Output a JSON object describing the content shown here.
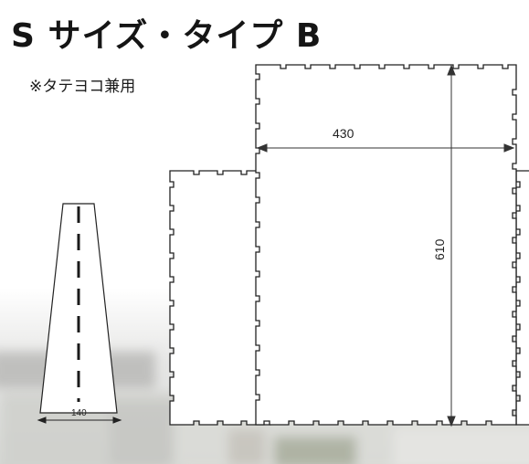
{
  "title": "S サイズ・タイプ B",
  "note": "※タテヨコ兼用",
  "dimensions": {
    "width": "430",
    "height": "610",
    "base": "140"
  },
  "colors": {
    "outline": "#222222",
    "dimension_line": "#333333",
    "panel_fill": "#ffffff"
  }
}
